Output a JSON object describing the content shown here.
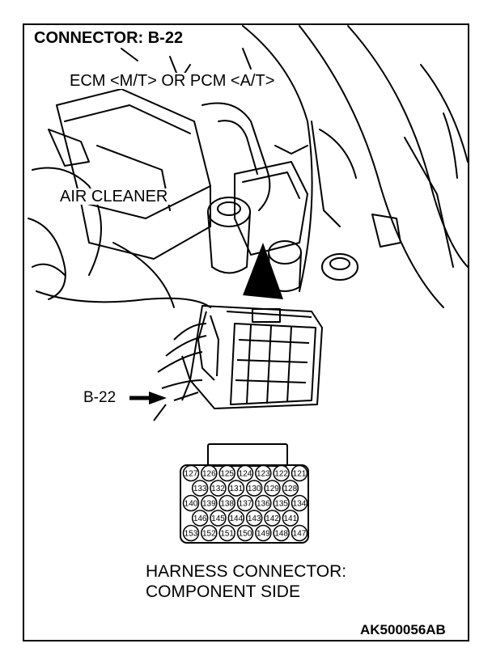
{
  "title": "CONNECTOR: B-22",
  "labels": {
    "ecm": "ECM <M/T> OR PCM <A/T>",
    "air_cleaner": "AIR CLEANER",
    "connector_callout": "B-22",
    "harness_line1": "HARNESS CONNECTOR:",
    "harness_line2": "COMPONENT SIDE",
    "figure_code": "AK500056AB"
  },
  "connector": {
    "rows": [
      [
        "127",
        "126",
        "125",
        "124",
        "123",
        "122",
        "121"
      ],
      [
        "133",
        "132",
        "131",
        "130",
        "129",
        "128"
      ],
      [
        "140",
        "139",
        "138",
        "137",
        "136",
        "135",
        "134"
      ],
      [
        "146",
        "145",
        "144",
        "143",
        "142",
        "141"
      ],
      [
        "153",
        "152",
        "151",
        "150",
        "149",
        "148",
        "147"
      ]
    ]
  }
}
